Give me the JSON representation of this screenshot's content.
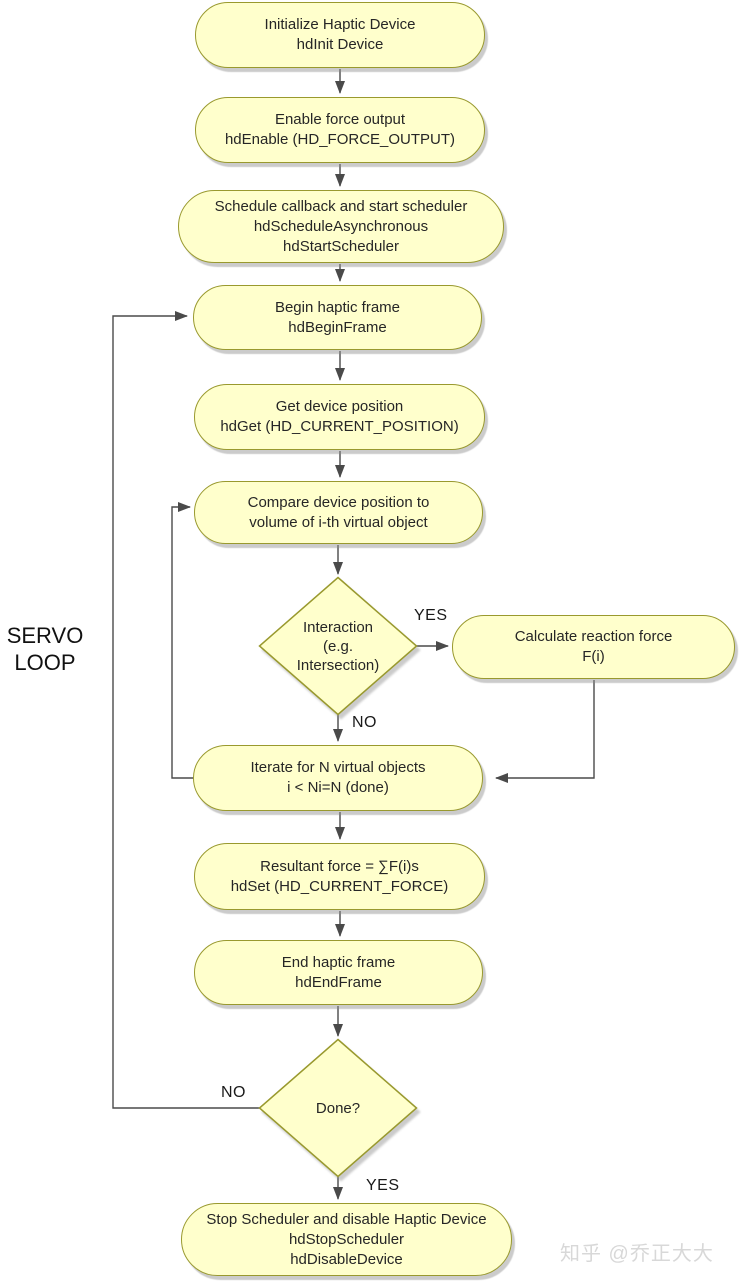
{
  "diagram": {
    "type": "flowchart",
    "subject": "Haptic device servo loop (OpenHaptics HD API)"
  },
  "servo_loop_label": {
    "line1": "SERVO",
    "line2": "LOOP"
  },
  "nodes": {
    "init": {
      "lines": [
        "Initialize Haptic Device",
        "hdInit Device"
      ]
    },
    "enable": {
      "lines": [
        "Enable force output",
        "hdEnable (HD_FORCE_OUTPUT)"
      ]
    },
    "schedule": {
      "lines": [
        "Schedule callback and start scheduler",
        "hdScheduleAsynchronous",
        "hdStartScheduler"
      ]
    },
    "begin": {
      "lines": [
        "Begin haptic frame",
        "hdBeginFrame"
      ]
    },
    "get": {
      "lines": [
        "Get device position",
        "hdGet (HD_CURRENT_POSITION)"
      ]
    },
    "compare": {
      "lines": [
        "Compare device position to",
        "volume of i-th virtual object"
      ]
    },
    "interaction": {
      "lines": [
        "Interaction",
        "(e.g.",
        "Intersection)"
      ]
    },
    "calculate": {
      "lines": [
        "Calculate reaction force",
        "F(i)"
      ]
    },
    "iterate": {
      "lines": [
        "Iterate for N virtual objects",
        "i < Ni=N (done)"
      ]
    },
    "resultant": {
      "lines": [
        "Resultant force = ∑F(i)s",
        "hdSet (HD_CURRENT_FORCE)"
      ]
    },
    "end": {
      "lines": [
        "End haptic frame",
        "hdEndFrame"
      ]
    },
    "done": {
      "lines": [
        "Done?"
      ]
    },
    "stop": {
      "lines": [
        "Stop Scheduler and disable Haptic Device",
        "hdStopScheduler",
        "hdDisableDevice"
      ]
    }
  },
  "edge_labels": {
    "interaction_yes": "YES",
    "interaction_no": "NO",
    "done_no": "NO",
    "done_yes": "YES"
  },
  "watermark": "知乎 @乔正大大",
  "colors": {
    "node_fill": "#FFFFCC",
    "node_border": "#99992E",
    "connector": "#4A4A4A",
    "text": "#262626",
    "watermark": "#D8D8D8",
    "background": "#FFFFFF"
  }
}
